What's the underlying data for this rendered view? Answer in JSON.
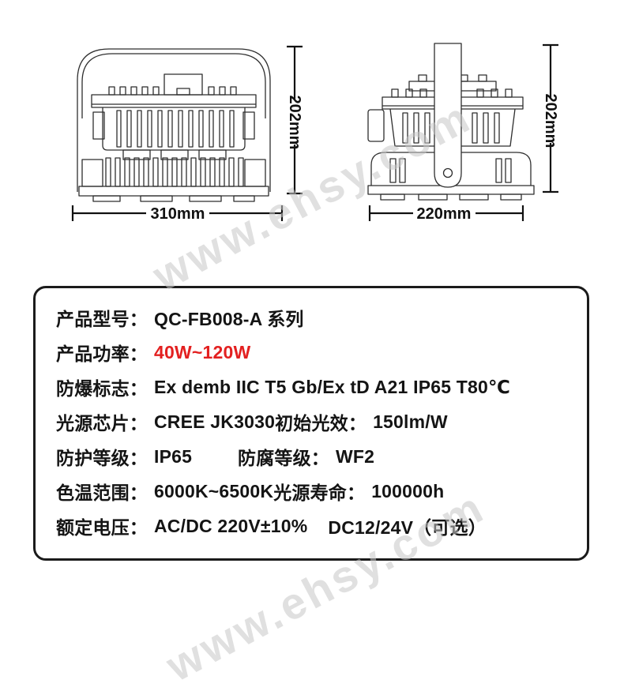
{
  "drawings": {
    "front": {
      "name": "front view",
      "width_label": "310mm",
      "height_label": "202mm"
    },
    "side": {
      "name": "side view",
      "width_label": "220mm",
      "height_label": "202mm"
    }
  },
  "watermarks": {
    "main": "www.ehsy.com",
    "corner": "www.ehsy.com"
  },
  "colors": {
    "accent_red": "#e32020",
    "watermark_gray": "#c7c7c7",
    "line_black": "#1b1b1b"
  },
  "specs": {
    "rows": [
      {
        "label": "产品型号：",
        "value": "QC-FB008-A 系列"
      },
      {
        "label": "产品功率：",
        "value": "40W~120W"
      },
      {
        "label": "防爆标志：",
        "value": "Ex demb IIC T5 Gb/Ex tD A21 IP65 T80℃"
      },
      {
        "label": "光源芯片：",
        "value": "CREE JK3030",
        "label2": "初始光效：",
        "value2": "150lm/W"
      },
      {
        "label": "防护等级：",
        "value": "IP65",
        "label2": "防腐等级：",
        "value2": "WF2"
      },
      {
        "label": "色温范围：",
        "value": "6000K~6500K",
        "label2": "光源寿命：",
        "value2": "100000h"
      },
      {
        "label": "额定电压：",
        "value": "AC/DC 220V±10%",
        "value2": "DC12/24V（可选）"
      }
    ]
  }
}
